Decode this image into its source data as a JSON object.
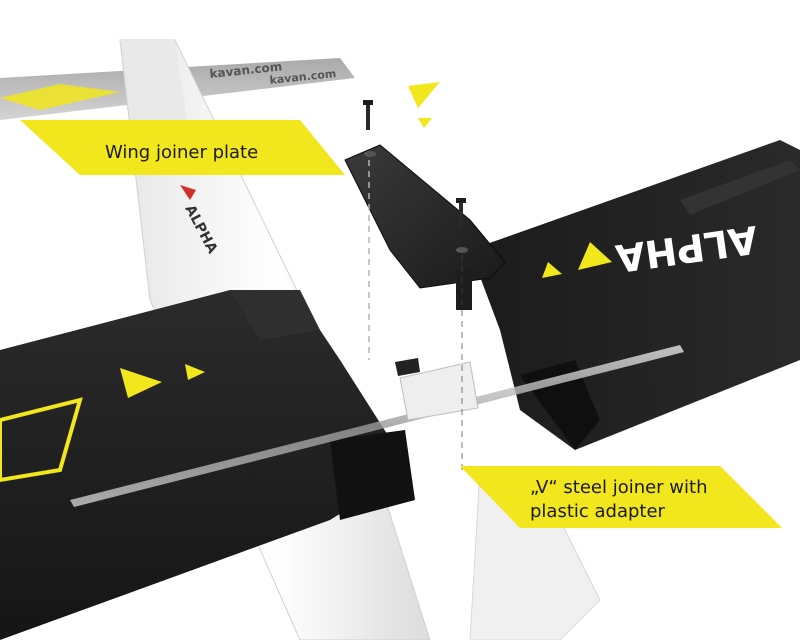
{
  "callouts": {
    "wing_joiner": "Wing joiner plate",
    "v_joiner_line1": "„V“ steel joiner with",
    "v_joiner_line2": "plastic adapter"
  },
  "markings": {
    "wing_text": "kavan.com",
    "wing_text_2": "kavan.com",
    "fuselage_brand": "ALPHA",
    "right_wing_brand": "ALPHA"
  },
  "colors": {
    "accent_yellow": "#f2e61c",
    "foam_black": "#1d1d1d",
    "fuselage_white": "#f3f3f3",
    "brand_red": "#d0302a"
  }
}
